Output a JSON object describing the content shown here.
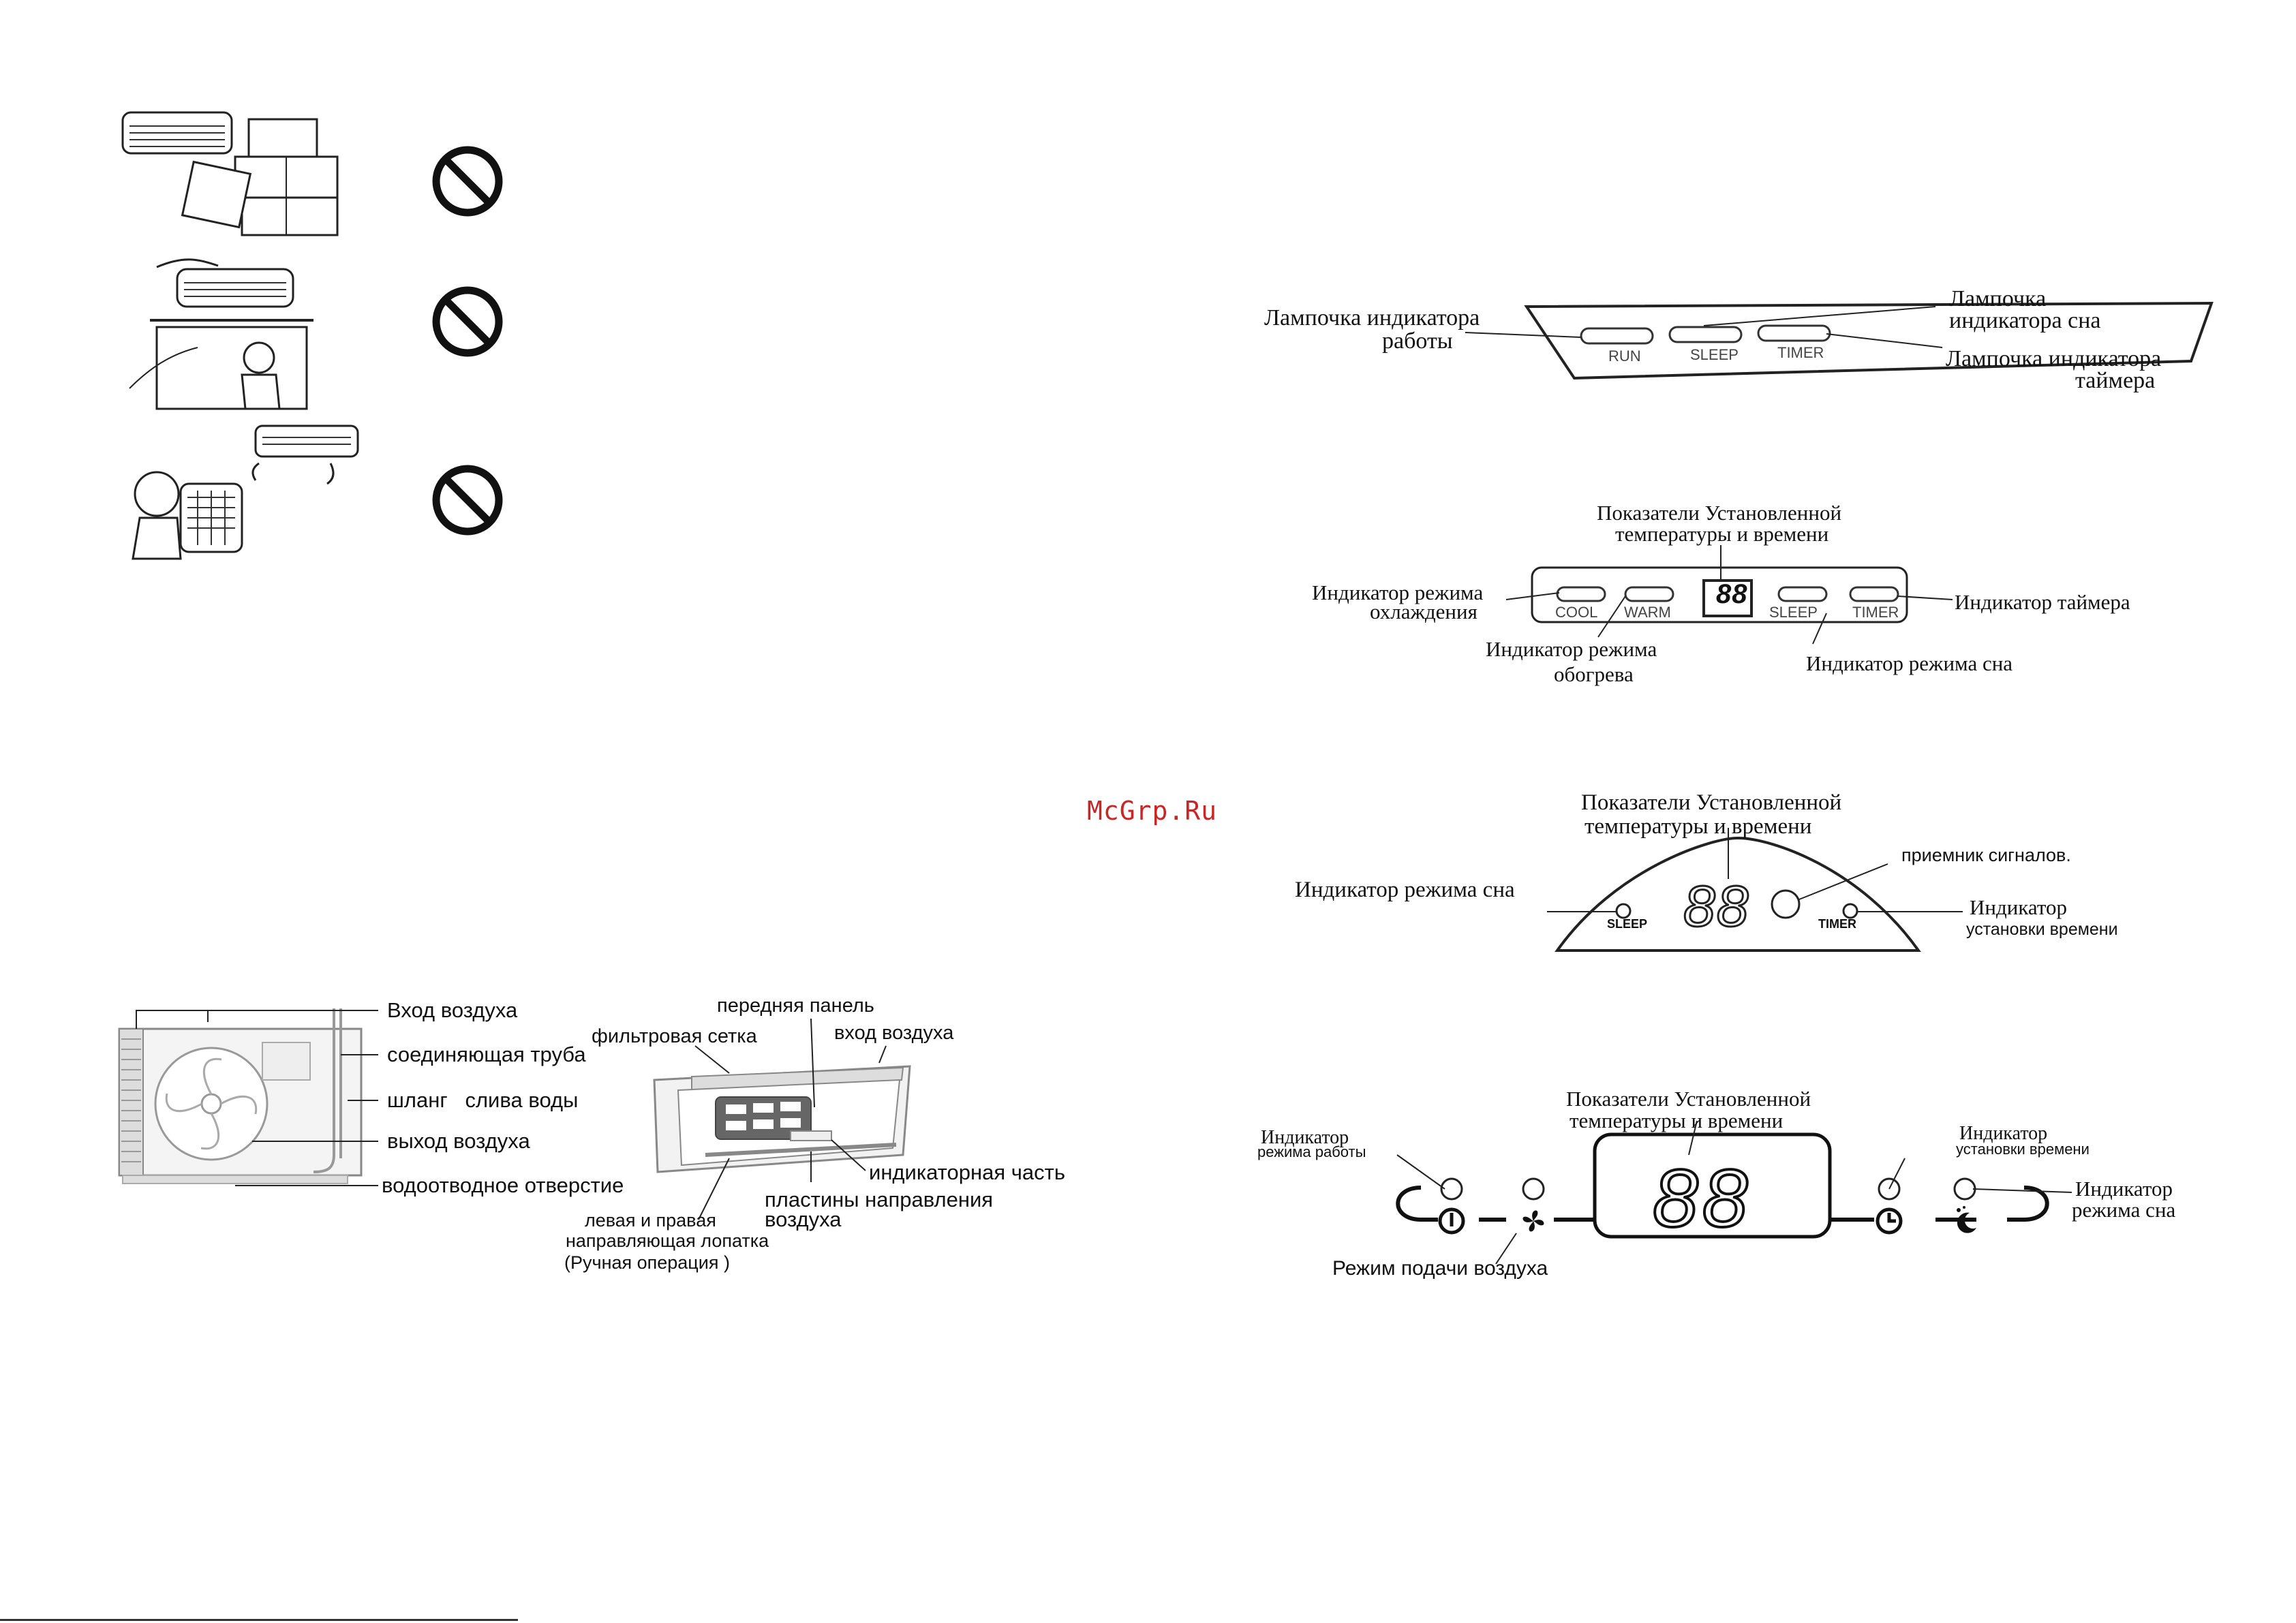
{
  "watermark": "McGrp.Ru",
  "panel1": {
    "run_label": "Лампочка индикатора",
    "run_label2": "работы",
    "sleep_label": "Лампочка",
    "sleep_label2": "индикатора сна",
    "timer_label": "Лампочка индикатора",
    "timer_label2": "таймера",
    "buttons": [
      "RUN",
      "SLEEP",
      "TIMER"
    ]
  },
  "panel2": {
    "top_label": "Показатели Установленной",
    "top_label2": "температуры и времени",
    "cool_label": "Индикатор режима",
    "cool_label2": "охлаждения",
    "warm_label": "Индикатор режима",
    "warm_label2": "обогрева",
    "sleep_label": "Индикатор режима сна",
    "timer_label": "Индикатор таймера",
    "buttons": [
      "COOL",
      "WARM",
      "SLEEP",
      "TIMER"
    ],
    "digits": "88"
  },
  "panel3": {
    "top_label": "Показатели Установленной",
    "top_label2": "температуры и времени",
    "receiver_label": "приемник сигналов.",
    "sleep_label": "Индикатор режима сна",
    "timer_label": "Индикатор",
    "timer_label2": "установки времени",
    "sleep_tag": "SLEEP",
    "timer_tag": "TIMER",
    "digits": "88"
  },
  "panel4": {
    "top_label": "Показатели Установленной",
    "top_label2": "температуры и времени",
    "run_label": "Индикатор",
    "run_label2": "режима работы",
    "timer_label": "Индикатор",
    "timer_label2": "установки времени",
    "sleep_label": "Индикатор",
    "sleep_label2": "режима сна",
    "fan_label": "Режим подачи воздуха",
    "digits": "88"
  },
  "outdoor": {
    "air_in": "Вход воздуха",
    "pipe": "соединяющая труба",
    "hose": "шланг   слива воды",
    "air_out": "выход воздуха",
    "drain": "водоотводное отверстие"
  },
  "indoor": {
    "front_panel": "передняя панель",
    "filter": "фильтровая сетка",
    "air_in": "вход воздуха",
    "indicator": "индикаторная часть",
    "louvers": "пластины направления",
    "louvers2": "воздуха",
    "side_louver": "левая и правая",
    "side_louver2": "направляющая лопатка",
    "side_louver3": "(Ручная операция )"
  }
}
